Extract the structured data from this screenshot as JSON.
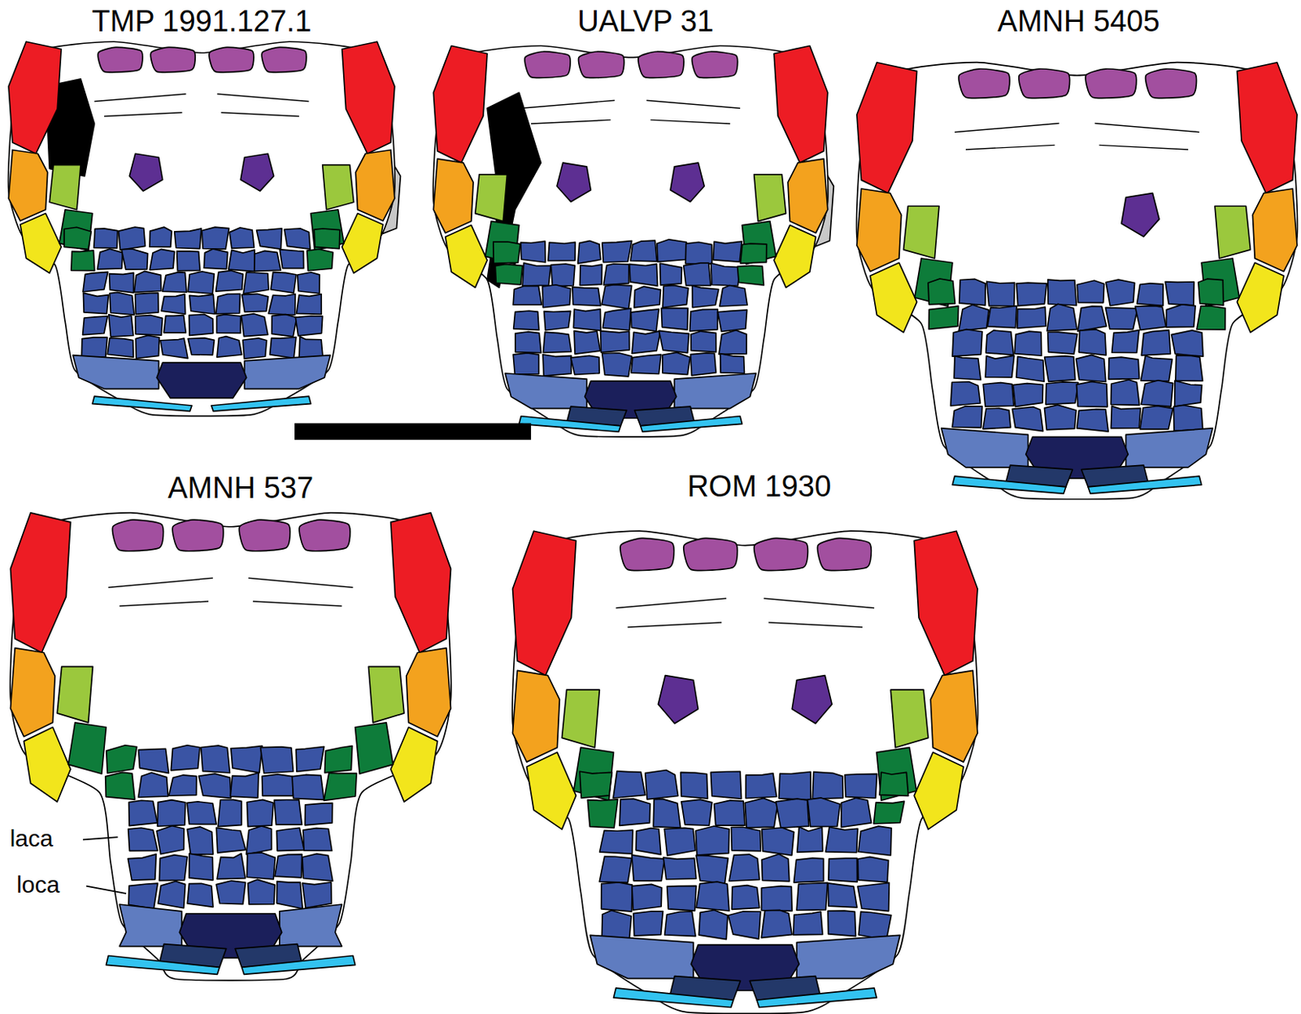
{
  "diagram": {
    "labels": [
      "TMP 1991.127.1",
      "UALVP 31",
      "AMNH 5405",
      "AMNH 537",
      "ROM 1930",
      "laca",
      "loca"
    ]
  }
}
